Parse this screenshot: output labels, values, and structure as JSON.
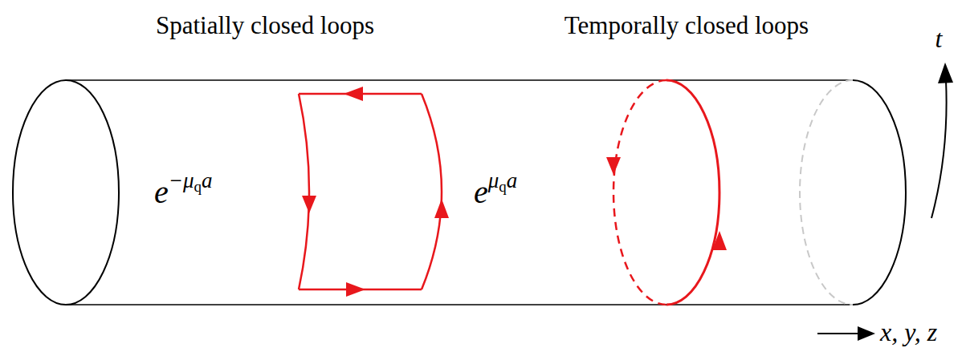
{
  "diagram": {
    "labels": [
      "Spatially closed loops",
      "Temporally closed loops",
      "e",
      "−μ",
      "q",
      "a",
      "e",
      "μ",
      "q",
      "a",
      "t",
      "x, y, z"
    ]
  }
}
